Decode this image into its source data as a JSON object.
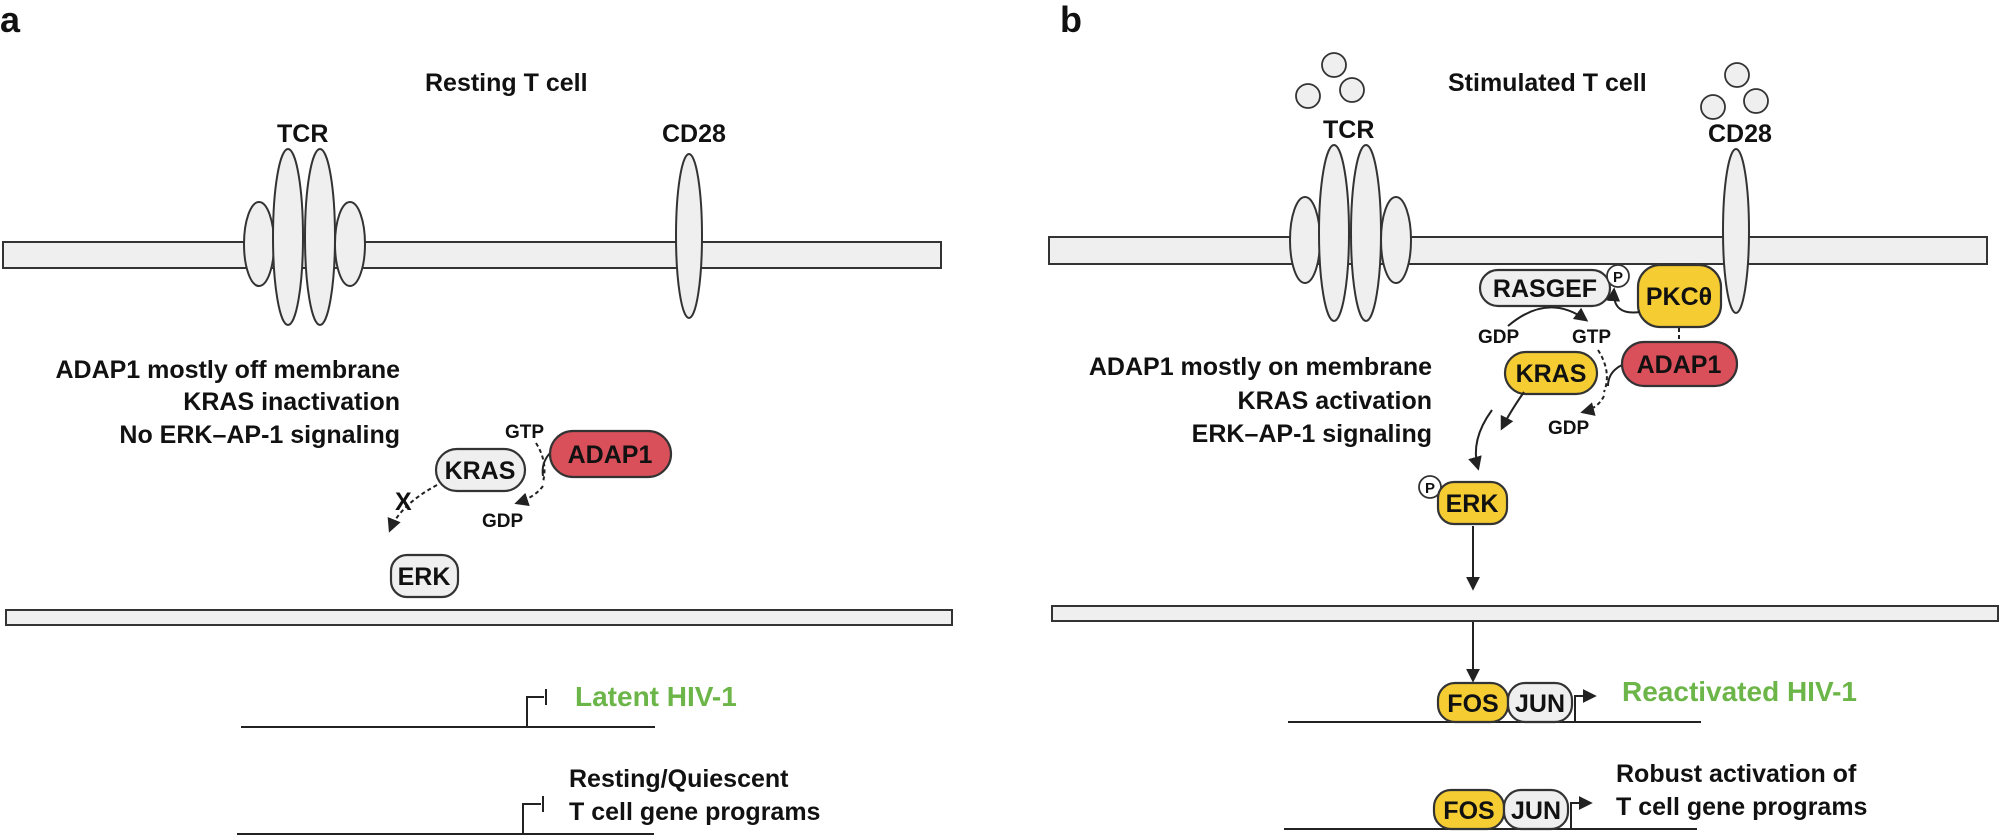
{
  "panels": {
    "a": {
      "label": "a",
      "title": "Resting T cell",
      "tcr_label": "TCR",
      "cd28_label": "CD28",
      "desc_lines": [
        "ADAP1 mostly off membrane",
        "KRAS inactivation",
        "No ERK–AP-1 signaling"
      ],
      "gtp": "GTP",
      "gdp": "GDP",
      "kras": "KRAS",
      "adap1": "ADAP1",
      "blocked_mark": "X",
      "erk": "ERK",
      "hiv_label": "Latent HIV-1",
      "gene_lines": [
        "Resting/Quiescent",
        "T cell gene programs"
      ]
    },
    "b": {
      "label": "b",
      "title": "Stimulated T cell",
      "tcr_label": "TCR",
      "cd28_label": "CD28",
      "rasgef": "RASGEF",
      "phospho": "P",
      "pkc": "PKCθ",
      "gdp_left": "GDP",
      "gtp": "GTP",
      "kras": "KRAS",
      "adap1": "ADAP1",
      "gdp_right": "GDP",
      "desc_lines": [
        "ADAP1 mostly on membrane",
        "KRAS activation",
        "ERK–AP-1 signaling"
      ],
      "erk": "ERK",
      "fos": "FOS",
      "jun": "JUN",
      "hiv_label": "Reactivated HIV-1",
      "gene_lines": [
        "Robust activation of",
        "T cell gene programs"
      ]
    }
  },
  "colors": {
    "active_protein": "#f5cd33",
    "adap1": "#d9505a",
    "inactive_protein": "#efefef",
    "hiv_text": "#6cb548"
  }
}
